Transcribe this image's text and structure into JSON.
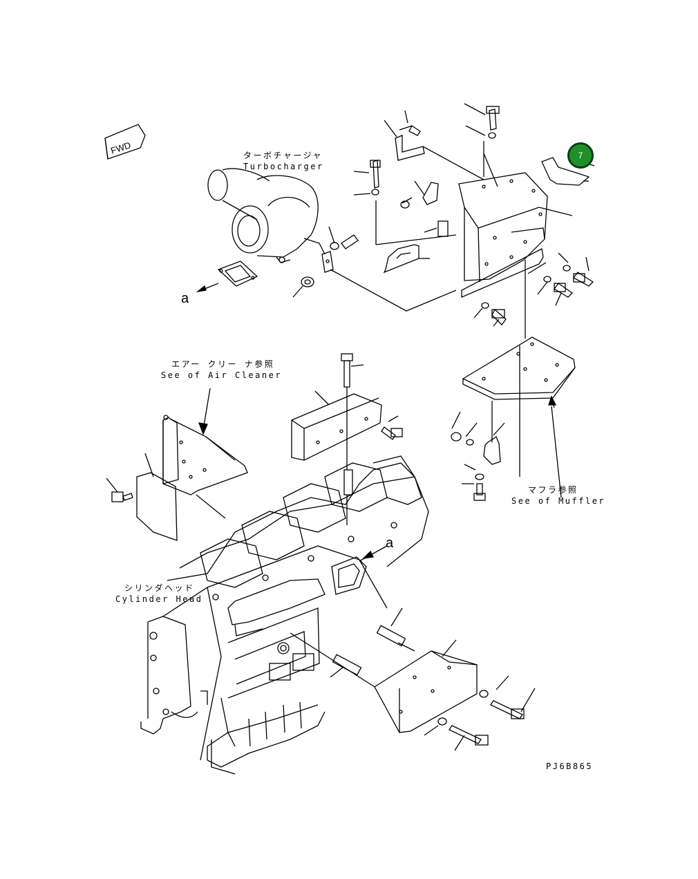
{
  "labels": {
    "turbocharger_jp": "ターボチャージャ",
    "turbocharger_en": "Turbocharger",
    "air_cleaner_jp": "エアー クリー ナ参照",
    "air_cleaner_en": "See of Air Cleaner",
    "muffler_jp": "マフラ参照",
    "muffler_en": "See of Muffler",
    "cylinder_head_jp": "シリンダヘッド",
    "cylinder_head_en": "Cylinder Head",
    "fwd": "FWD",
    "ref_a_top": "a",
    "ref_a_mid": "a",
    "drawing_code": "PJ6B865"
  },
  "callout": {
    "number": "7",
    "color": "#1f8f2a"
  }
}
